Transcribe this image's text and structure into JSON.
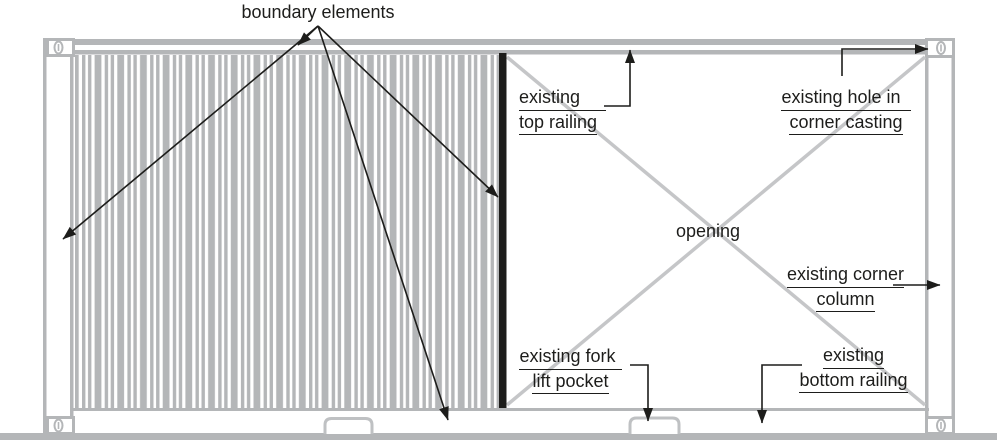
{
  "diagram": {
    "description_labels": {
      "boundary_elements": "boundary elements",
      "top_railing": {
        "line1": "existing",
        "line2": "top railing"
      },
      "hole_corner_casting": {
        "line1": "existing hole in",
        "line2": "corner casting"
      },
      "opening": "opening",
      "corner_column": {
        "line1": "existing corner",
        "line2": "column"
      },
      "fork_lift_pocket": {
        "line1": "existing fork",
        "line2": "lift pocket"
      },
      "bottom_railing": {
        "line1": "existing",
        "line2": "bottom railing"
      }
    },
    "colors": {
      "frame_gray": "#b4b6b8",
      "diagonal_gray": "#c5c6c8",
      "pocket_gray": "#bfc1c3",
      "ink_black": "#1d1d1b",
      "background": "#ffffff"
    }
  }
}
